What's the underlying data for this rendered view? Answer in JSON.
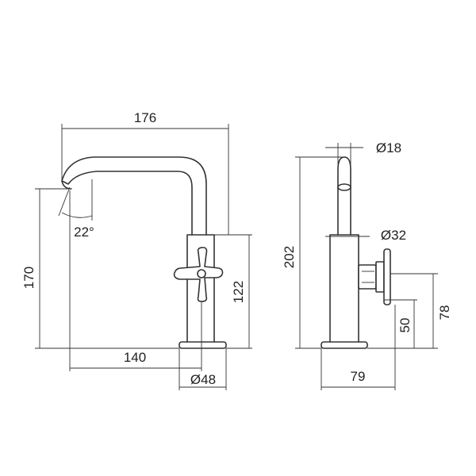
{
  "dimensions": {
    "width_total": "176",
    "height_left": "170",
    "spout_angle": "22°",
    "handle_height": "122",
    "reach": "140",
    "base_diameter": "Ø48",
    "spout_diameter": "Ø18",
    "body_diameter": "Ø32",
    "total_height": "202",
    "handle_center": "78",
    "handle_low": "50",
    "depth": "79"
  },
  "colors": {
    "line": "#333333",
    "background": "#ffffff"
  }
}
